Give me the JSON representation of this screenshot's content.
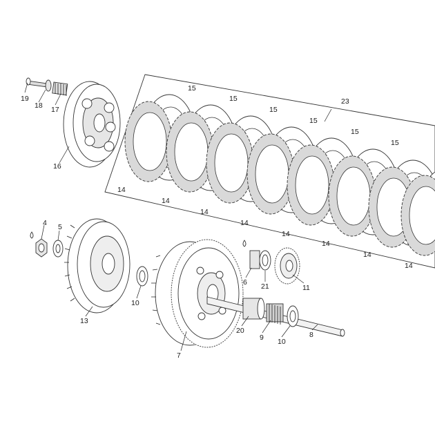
{
  "diagram": {
    "callouts": [
      {
        "id": "c19",
        "text": "19"
      },
      {
        "id": "c18",
        "text": "18"
      },
      {
        "id": "c17",
        "text": "17"
      },
      {
        "id": "c16",
        "text": "16"
      },
      {
        "id": "c23",
        "text": "23"
      },
      {
        "id": "c15a",
        "text": "15"
      },
      {
        "id": "c15b",
        "text": "15"
      },
      {
        "id": "c15c",
        "text": "15"
      },
      {
        "id": "c15d",
        "text": "15"
      },
      {
        "id": "c15e",
        "text": "15"
      },
      {
        "id": "c15f",
        "text": "15"
      },
      {
        "id": "c14a",
        "text": "14"
      },
      {
        "id": "c14b",
        "text": "14"
      },
      {
        "id": "c14c",
        "text": "14"
      },
      {
        "id": "c14d",
        "text": "14"
      },
      {
        "id": "c14e",
        "text": "14"
      },
      {
        "id": "c14f",
        "text": "14"
      },
      {
        "id": "c14g",
        "text": "14"
      },
      {
        "id": "c14h",
        "text": "14"
      },
      {
        "id": "c4",
        "text": "4"
      },
      {
        "id": "c5",
        "text": "5"
      },
      {
        "id": "c13",
        "text": "13"
      },
      {
        "id": "c10a",
        "text": "10"
      },
      {
        "id": "c7",
        "text": "7"
      },
      {
        "id": "c6",
        "text": "6"
      },
      {
        "id": "c21",
        "text": "21"
      },
      {
        "id": "c11",
        "text": "11"
      },
      {
        "id": "c20",
        "text": "20"
      },
      {
        "id": "c9",
        "text": "9"
      },
      {
        "id": "c10b",
        "text": "10"
      },
      {
        "id": "c8",
        "text": "8"
      }
    ],
    "colors": {
      "line": "#222222",
      "fill": "#ffffff",
      "shade": "#d9d9d9",
      "dark": "#8a8a8a"
    }
  }
}
